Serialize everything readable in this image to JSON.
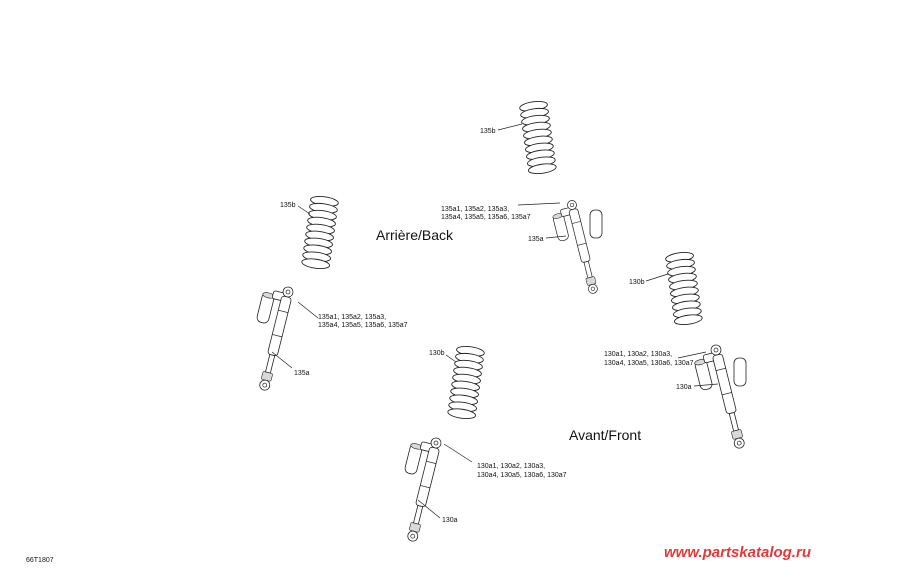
{
  "sections": {
    "back": "Arrière/Back",
    "front": "Avant/Front"
  },
  "callouts": {
    "top_spring": "135b",
    "top_sub_line1": "135a1, 135a2, 135a3,",
    "top_sub_line2": "135a4, 135a5, 135a6, 135a7",
    "top_shock": "135a",
    "left_spring": "135b",
    "left_sub_line1": "135a1, 135a2, 135a3,",
    "left_sub_line2": "135a4, 135a5, 135a6, 135a7",
    "left_shock": "135a",
    "right_spring": "130b",
    "right_sub_line1": "130a1, 130a2, 130a3,",
    "right_sub_line2": "130a4, 130a5, 130a6, 130a7",
    "right_shock": "130a",
    "bottom_spring": "130b",
    "bottom_sub_line1": "130a1, 130a2, 130a3,",
    "bottom_sub_line2": "130a4, 130a5, 130a6, 130a7",
    "bottom_shock": "130a"
  },
  "figure_ref": "66T1807",
  "watermark": "www.partskatalog.ru"
}
